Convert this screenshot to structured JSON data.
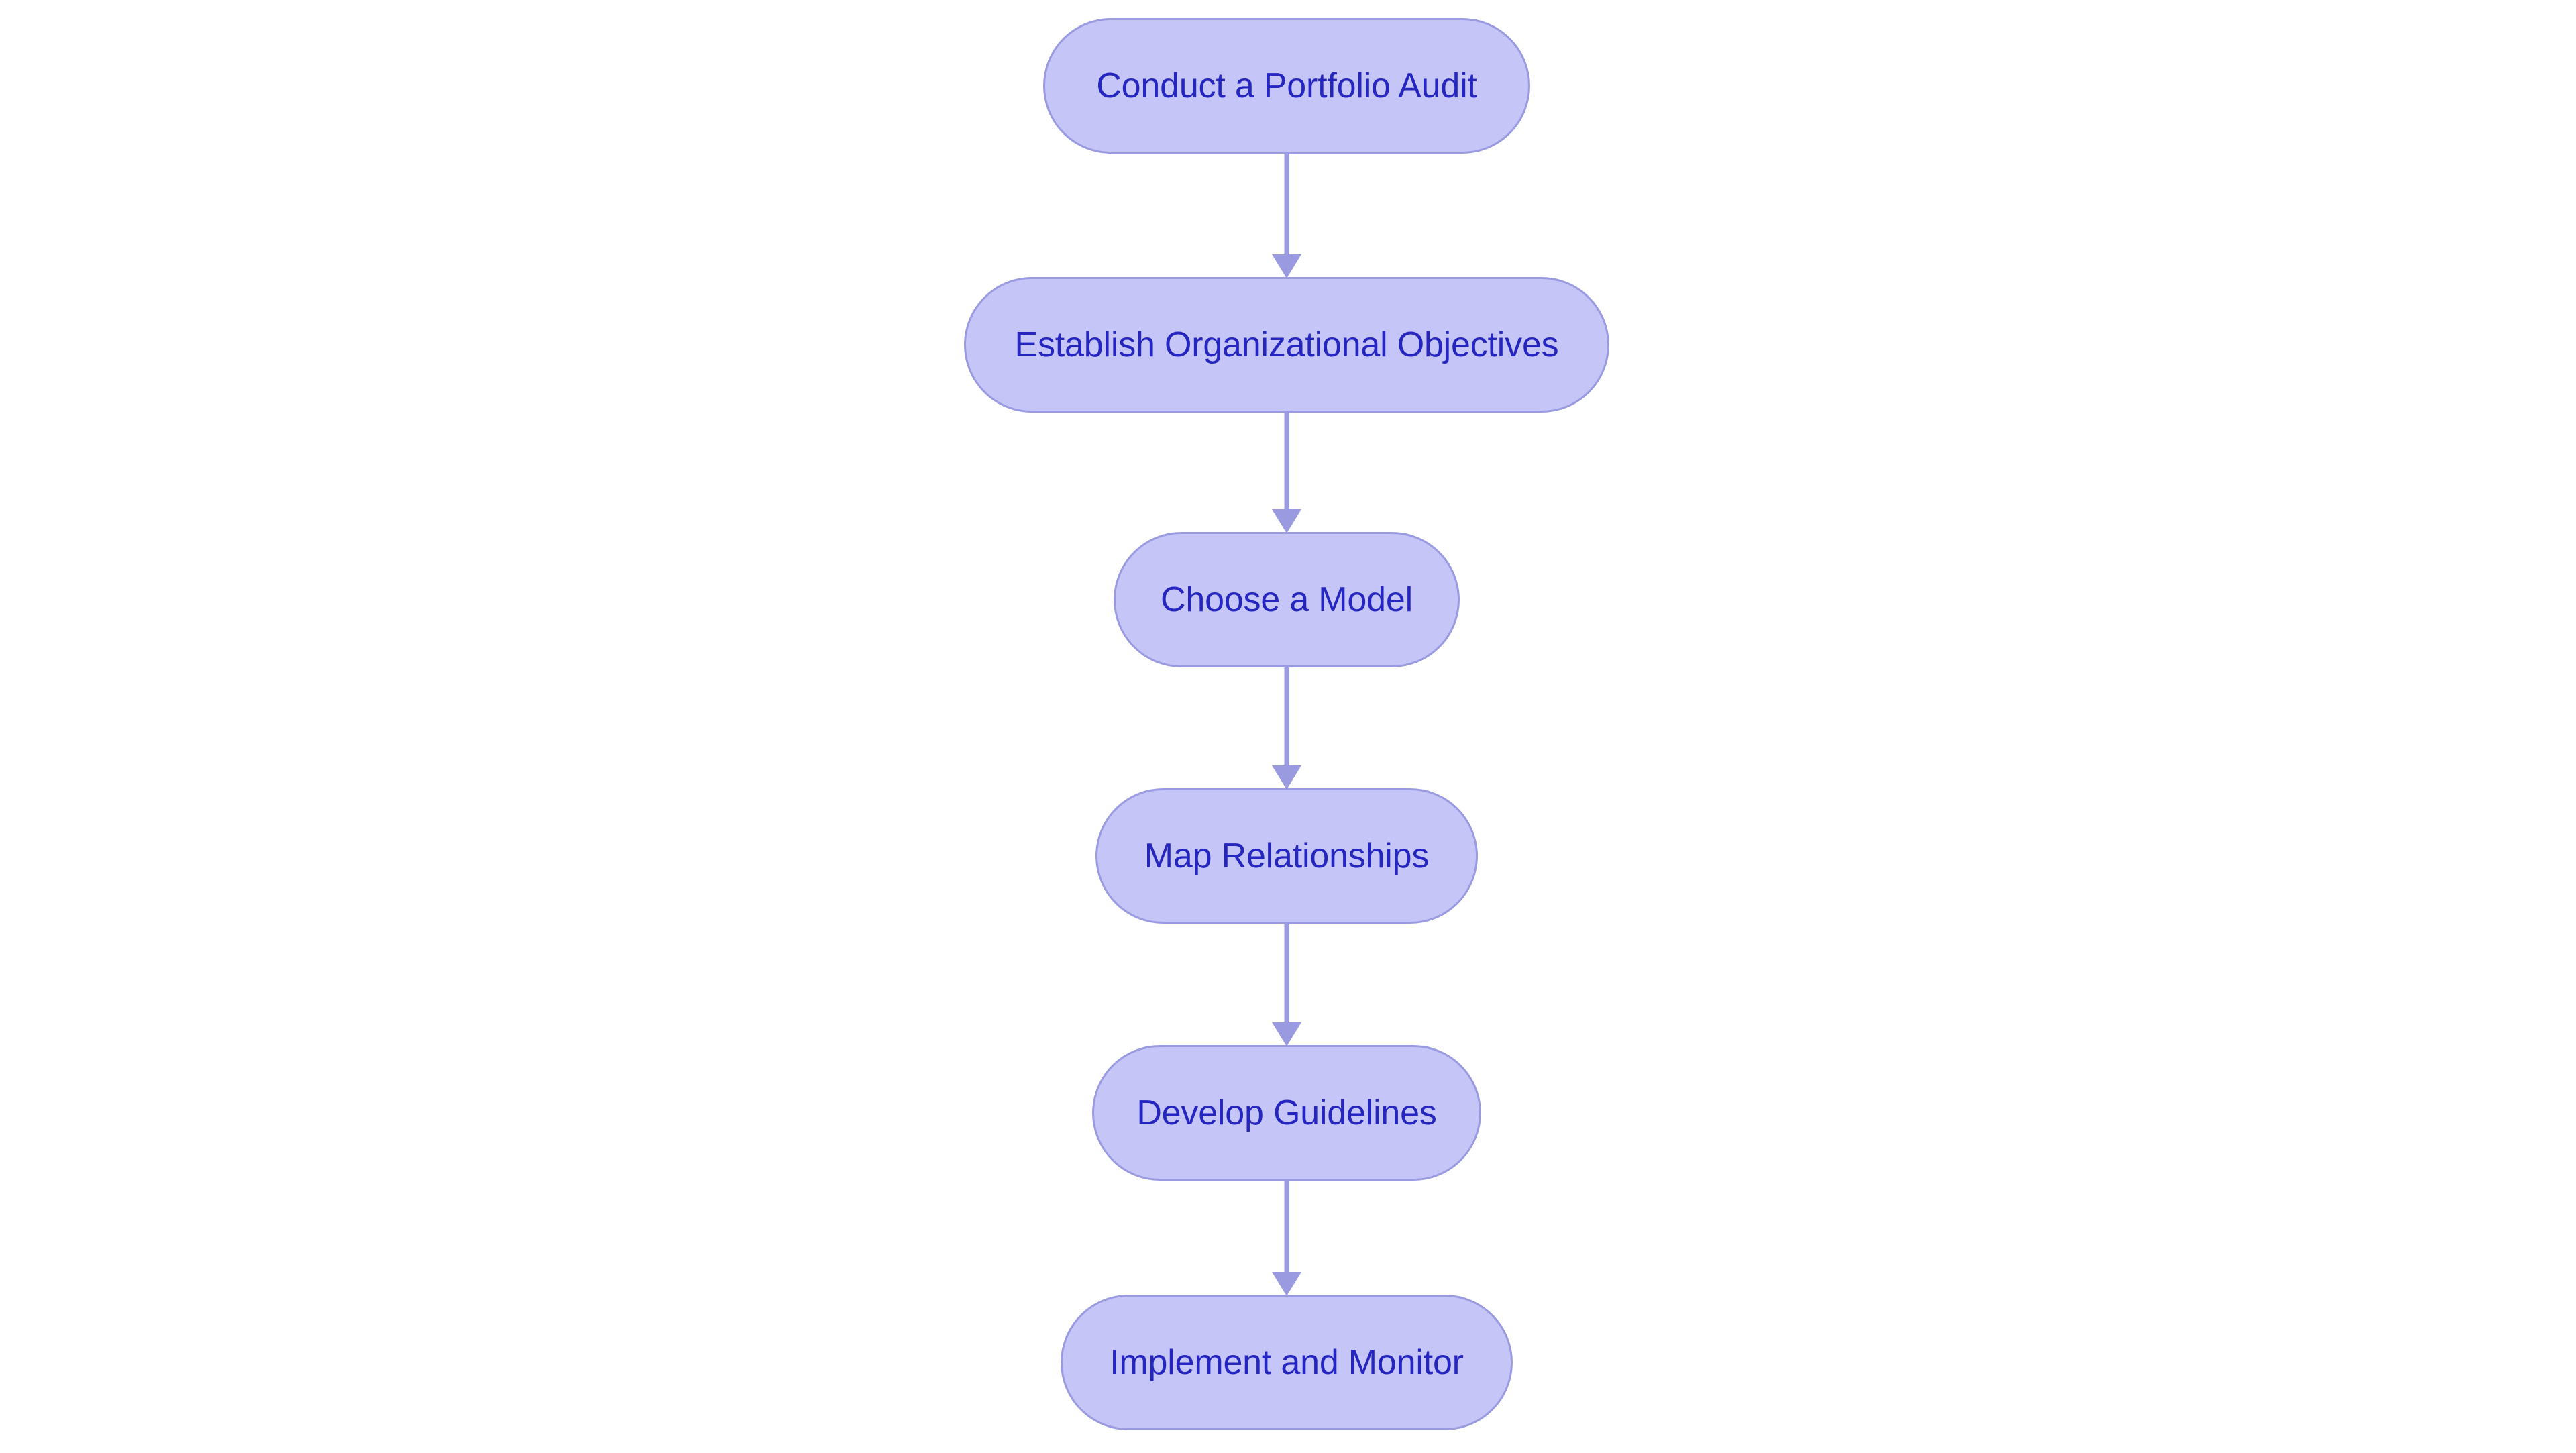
{
  "diagram": {
    "type": "flowchart",
    "orientation": "vertical-top-to-bottom",
    "background_color": "#ffffff",
    "node_fill_color": "#c5c5f8",
    "node_border_color": "#9a9ae0",
    "node_text_color": "#2525c0",
    "connector_color": "#9a9ae0",
    "node_shape": "stadium",
    "nodes": [
      {
        "id": "n0",
        "label": "Conduct a Portfolio Audit"
      },
      {
        "id": "n1",
        "label": "Establish Organizational Objectives"
      },
      {
        "id": "n2",
        "label": "Choose a Model"
      },
      {
        "id": "n3",
        "label": "Map Relationships"
      },
      {
        "id": "n4",
        "label": "Develop Guidelines"
      },
      {
        "id": "n5",
        "label": "Implement and Monitor"
      }
    ],
    "edges": [
      {
        "id": "e0",
        "from": "n0",
        "to": "n1",
        "arrow": "down-arrow"
      },
      {
        "id": "e1",
        "from": "n1",
        "to": "n2",
        "arrow": "down-arrow"
      },
      {
        "id": "e2",
        "from": "n2",
        "to": "n3",
        "arrow": "down-arrow"
      },
      {
        "id": "e3",
        "from": "n3",
        "to": "n4",
        "arrow": "down-arrow"
      },
      {
        "id": "e4",
        "from": "n4",
        "to": "n5",
        "arrow": "down-arrow"
      }
    ]
  }
}
